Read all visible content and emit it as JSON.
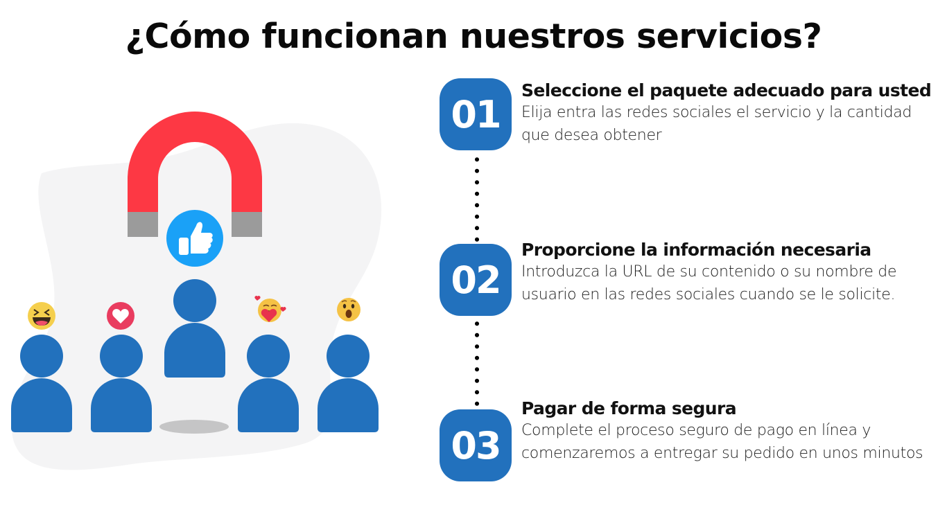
{
  "header": {
    "title": "¿Cómo funcionan nuestros servicios?"
  },
  "colors": {
    "accent_blue": "#2271bd",
    "magnet_red": "#fd3844",
    "magnet_tip_gray": "#9b9b9b",
    "like_blue": "#1aa1f7",
    "blob_gray": "#f4f4f5",
    "dots": "#000000"
  },
  "illustration": {
    "description": "magnet attracting likes from social media users",
    "icons": [
      "magnet-icon",
      "thumbs-up-like-icon",
      "laughing-emoji-icon",
      "heart-love-icon",
      "care-hug-emoji-icon",
      "wow-surprised-emoji-icon"
    ],
    "people_count": 5
  },
  "steps": [
    {
      "number": "01",
      "title": "Seleccione el paquete adecuado para usted",
      "description": "Elija entra las redes sociales el servicio y la cantidad que desea obtener"
    },
    {
      "number": "02",
      "title": "Proporcione la información necesaria",
      "description": "Introduzca la URL de su contenido o su nombre de usuario en las redes sociales cuando se le solicite."
    },
    {
      "number": "03",
      "title": "Pagar de forma segura",
      "description": "Complete el proceso seguro de pago en línea y comenzaremos a entregar su pedido en unos minutos"
    }
  ]
}
